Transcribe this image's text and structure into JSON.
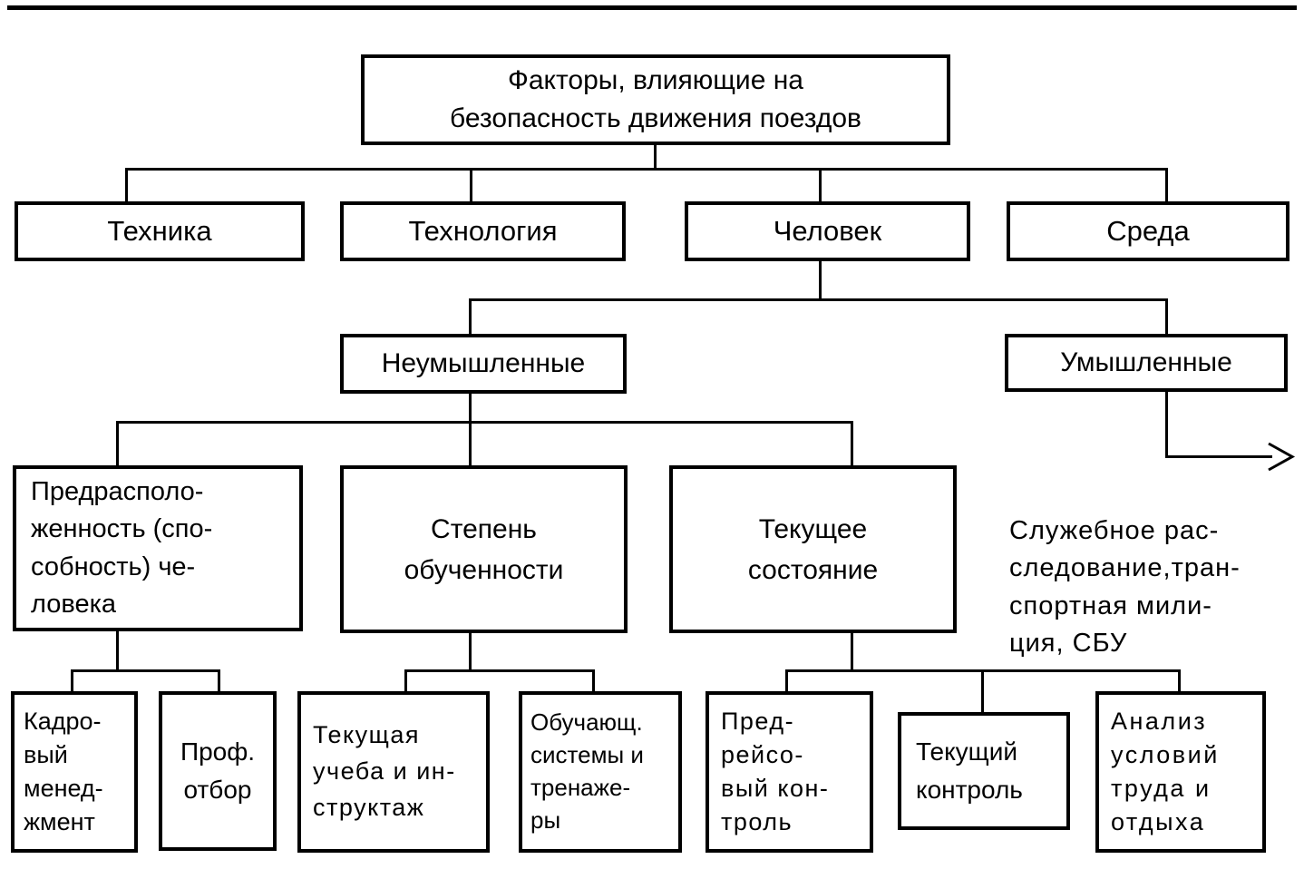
{
  "meta": {
    "background_color": "#ffffff",
    "ink_color": "#000000"
  },
  "diagram": {
    "root": {
      "label": "Факторы, влияющие на\nбезопасность движения поездов"
    },
    "level1": {
      "tech": {
        "label": "Техника"
      },
      "technology": {
        "label": "Технология"
      },
      "human": {
        "label": "Человек"
      },
      "environment": {
        "label": "Среда"
      }
    },
    "level2": {
      "unintentional": {
        "label": "Неумышленные"
      },
      "intentional": {
        "label": "Умышленные"
      }
    },
    "level3": {
      "predisposition": {
        "label": "Предрасполо-\nженность (спо-\nсобность) че-\nловека"
      },
      "training_degree": {
        "label": "Степень\nобученности"
      },
      "current_state": {
        "label": "Текущее\nсостояние"
      }
    },
    "intentional_note": {
      "label": "Служебное рас-\nследование,тран-\nспортная мили-\nция, СБУ"
    },
    "level4": {
      "hr_management": {
        "label": "Кадро-\nвый\nменед-\nжмент"
      },
      "prof_selection": {
        "label": "Проф.\nотбор"
      },
      "ongoing_training": {
        "label": "Текущая\nучеба и ин-\nструктаж"
      },
      "training_systems": {
        "label": "Обучающ.\nсистемы и\nтренаже-\nры"
      },
      "pretrip_control": {
        "label": "Пред-\nрейсо-\nвый кон-\nтроль"
      },
      "current_control": {
        "label": "Текущий\nконтроль"
      },
      "work_rest_analysis": {
        "label": "Анализ\nусловий\nтруда и\nотдыха"
      }
    }
  }
}
